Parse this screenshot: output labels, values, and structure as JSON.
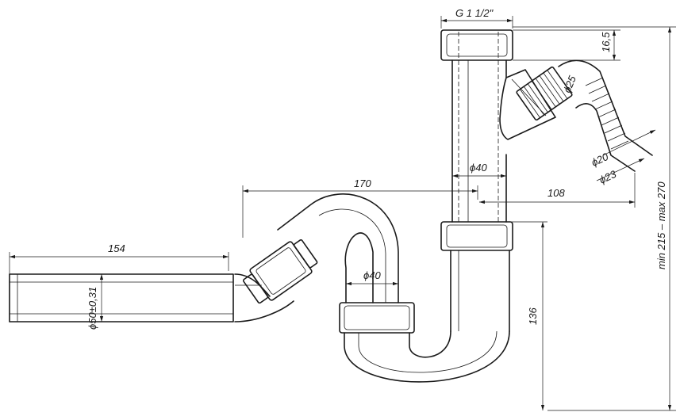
{
  "dimensions": {
    "thread": "G 1 1/2\"",
    "top_height": "16,5",
    "hose_outer": "ϕ25",
    "inlet_diameter": "ϕ40",
    "hose_inner_small": "ϕ20",
    "hose_inner_large": "ϕ23",
    "horizontal_offset": "170",
    "hose_offset": "108",
    "total_height": "min 215 – max 270",
    "outlet_length": "154",
    "trap_diameter": "ϕ40",
    "outlet_diameter": "ϕ50±0,31",
    "outlet_height": "136"
  },
  "colors": {
    "line": "#1a1a1a",
    "background": "#ffffff"
  }
}
